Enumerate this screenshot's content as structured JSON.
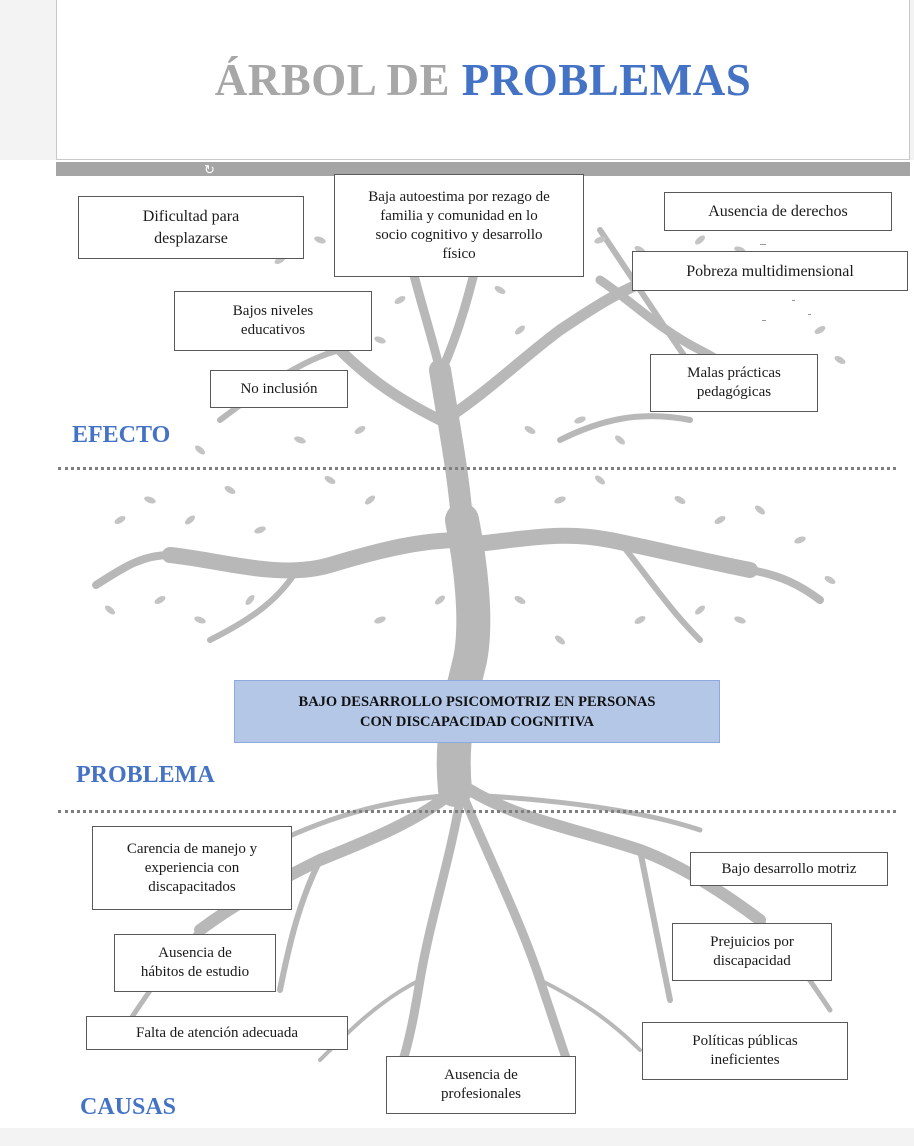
{
  "title": {
    "part1": "ÁRBOL DE ",
    "part2": "PROBLEMAS"
  },
  "colors": {
    "title_gray": "#a7a7a7",
    "accent_blue": "#4472c4",
    "problem_fill": "#b4c7e7",
    "tree_gray": "#b8b8b8"
  },
  "sections": {
    "effect": "EFECTO",
    "problem": "PROBLEMA",
    "causes": "CAUSAS"
  },
  "problem": {
    "line1": "BAJO DESARROLLO PSICOMOTRIZ EN PERSONAS",
    "line2": "CON DISCAPACIDAD COGNITIVA"
  },
  "effects": {
    "dificultad": {
      "line1": "Dificultad  para",
      "line2": "desplazarse"
    },
    "autoestima": {
      "line1": "Baja autoestima por rezago de",
      "line2": "familia y comunidad en lo",
      "line3": "socio cognitivo y desarrollo",
      "line4": "físico"
    },
    "derechos": "Ausencia  de derechos",
    "pobreza": "Pobreza multidimensional",
    "educativos": {
      "line1": "Bajos niveles",
      "line2": "educativos"
    },
    "inclusion": "No inclusión",
    "practicas": {
      "line1": "Malas prácticas",
      "line2": "pedagógicas"
    }
  },
  "causes": {
    "carencia": {
      "line1": "Carencia de manejo  y",
      "line2": "experiencia con",
      "line3": "discapacitados"
    },
    "motriz": "Bajo desarrollo motriz",
    "habitos": {
      "line1": "Ausencia de",
      "line2": "hábitos de estudio"
    },
    "prejuicios": {
      "line1": "Prejuicios por",
      "line2": "discapacidad"
    },
    "atencion": "Falta de atención adecuada",
    "politicas": {
      "line1": "Políticas públicas",
      "line2": "ineficientes"
    },
    "profesionales": {
      "line1": "Ausencia de",
      "line2": "profesionales"
    }
  }
}
